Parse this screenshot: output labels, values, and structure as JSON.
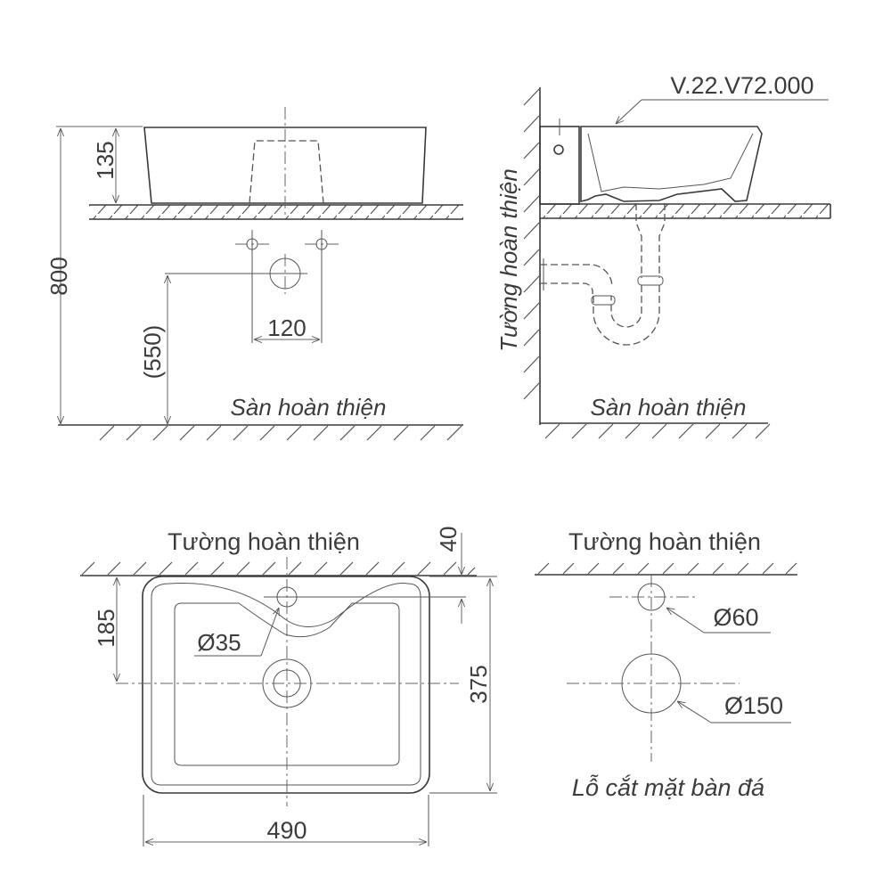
{
  "front_elevation": {
    "dim_total_height": "800",
    "dim_basin_height": "135",
    "dim_drain_height": "(550)",
    "dim_tap_spacing": "120",
    "floor_label": "Sàn hoàn thiện"
  },
  "side_elevation": {
    "model_code": "V.22.V72.000",
    "wall_label": "Tường hoàn thiện",
    "floor_label": "Sàn hoàn thiện"
  },
  "plan_view": {
    "wall_label": "Tường hoàn thiện",
    "dim_wall_gap": "40",
    "dim_drain_from_wall": "185",
    "dim_depth": "375",
    "dim_width": "490",
    "dim_tap_hole": "Ø35"
  },
  "cutout_view": {
    "wall_label": "Tường hoàn thiện",
    "dim_tap_cutout": "Ø60",
    "dim_basin_cutout": "Ø150",
    "caption": "Lỗ cắt mặt bàn đá"
  },
  "colors": {
    "line": "#3a3a3a",
    "text": "#3c3c3c",
    "background": "#ffffff"
  }
}
